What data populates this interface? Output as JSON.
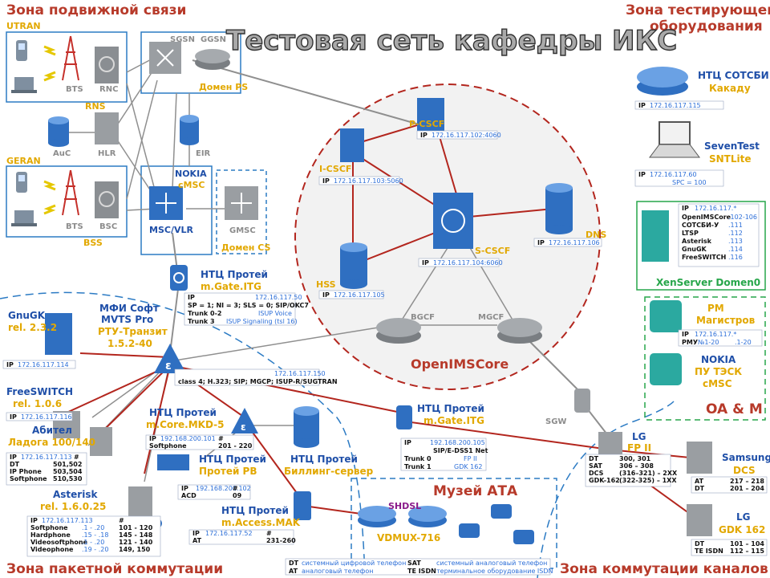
{
  "title": "Тестовая сеть кафедры ИКС",
  "zones": {
    "mobile": "Зона подвижной связи",
    "testing_line1": "Зона тестирующего",
    "testing_line2": "оборудования",
    "packet": "Зона пакетной коммутации",
    "circuit": "Зона коммутации каналов",
    "museum": "Музей АТА",
    "oam": "OA & M",
    "openims": "OpenIMSCore",
    "xen": "XenServer Domen0"
  },
  "mobile": {
    "utran": "UTRAN",
    "geran": "GERAN",
    "bts1": "BTS",
    "rnc": "RNC",
    "rns": "RNS",
    "bts2": "BTS",
    "bsc": "BSC",
    "bss": "BSS",
    "sgsn": "SGSN",
    "ggsn": "GGSN",
    "domain_ps": "Домен PS",
    "auc": "AuC",
    "hlr": "HLR",
    "eir": "EIR",
    "nokia": "NOKIA",
    "cmsc": "cMSC",
    "msc_vlr": "MSC/VLR",
    "gmsc": "GMSC",
    "domain_cs": "Домен CS"
  },
  "ims": {
    "pcscf": "P-CSCF",
    "pcscf_ip": "172.16.117.102:4060",
    "icscf": "I-CSCF",
    "icscf_ip": "172.16.117.103:5060",
    "scscf": "S-CSCF",
    "scscf_ip": "172.16.117.104:6060",
    "hss": "HSS",
    "hss_ip": "172.16.117.105",
    "dns": "DNS",
    "dns_ip": "172.16.117.106",
    "bgcf": "BGCF",
    "mgcf": "MGCF"
  },
  "gateway_itg": {
    "name1": "НТЦ Протей",
    "name2": "m.Gate.ITG",
    "ip": "172.16.117.50",
    "sp": "SP = 1; NI = 3; SLS = 0; SIP/OKC7",
    "trunk0": "Trunk 0-2",
    "trunk0_v": "ISUP Voice",
    "trunk3": "Trunk 3",
    "trunk3_v": "ISUP Signaling (tsl 16)"
  },
  "mvts": {
    "l1": "МФИ Софт",
    "l2": "MVTS Pro",
    "l3": "РТУ-Транзит",
    "l4": "1.5.2-40",
    "ip": "172.16.117.150",
    "protocols": "class 4; H.323; SIP; MGCP; ISUP-R/SUGTRAN"
  },
  "gnugk": {
    "name": "GnuGK",
    "ver": "rel. 2.3.2",
    "ip": "172.16.117.114"
  },
  "freeswitch": {
    "name": "FreeSWITCH",
    "ver": "rel. 1.0.6",
    "ip": "172.16.117.116"
  },
  "abitel": {
    "name": "Абител",
    "ver": "Ладога 100/140",
    "ip": "172.16.117.113",
    "rows": [
      [
        "DT",
        "501,502"
      ],
      [
        "IP Phone",
        "503,504"
      ],
      [
        "Softphone",
        "510,530"
      ]
    ]
  },
  "asterisk": {
    "name": "Asterisk",
    "ver": "rel. 1.6.0.25",
    "ip": "172.16.117.113",
    "rows": [
      [
        "Softphone",
        ".1 - .20",
        "101 - 120"
      ],
      [
        "Hardphone",
        ".15 - .18",
        "145 - 148"
      ],
      [
        "Videosoftphone",
        ".1 - .20",
        "121 - 140"
      ],
      [
        "Videophone",
        ".19 - .20",
        "149, 150"
      ]
    ]
  },
  "mkd": {
    "name1": "НТЦ Протей",
    "name2": "m.Core.MKD-5",
    "ip": "192.168.200.101",
    "role": "Softphone",
    "range": "201 - 220"
  },
  "pb": {
    "name1": "НТЦ Протей",
    "name2": "Протей РВ",
    "ip": "192.168.200.102",
    "role": "ACD",
    "num": "09"
  },
  "billing": {
    "name1": "НТЦ Протей",
    "name2": "Биллинг-сервер"
  },
  "access": {
    "name1": "НТЦ Протей",
    "name2": "m.Access.MAK",
    "ip": "172.16.117.52",
    "role": "AT",
    "range": "231-260"
  },
  "gate2": {
    "name1": "НТЦ Протей",
    "name2": "m.Gate.ITG",
    "ip": "192.168.200.105",
    "proto": "SIP/E-DSS1 Net",
    "trunk0": "Trunk 0",
    "trunk0_v": "FP II",
    "trunk1": "Trunk 1",
    "trunk1_v": "GDK 162"
  },
  "museum": {
    "shdsl": "SHDSL",
    "vdmux": "VDMUX-716"
  },
  "legend": [
    [
      "DT",
      "системный цифровой телефон",
      "SAT",
      "системный аналоговый телефон"
    ],
    [
      "AT",
      "аналоговый телефон",
      "TE ISDN",
      "терминальное оборудование ISDN"
    ]
  ],
  "sgw": "SGW",
  "lg_fp": {
    "name1": "LG",
    "name2": "FP II",
    "rows": [
      [
        "DT",
        "300, 301"
      ],
      [
        "SAT",
        "306 – 308"
      ],
      [
        "DCS",
        "(316–321) – 2XX"
      ],
      [
        "GDK-162",
        "(322-325) – 1XX"
      ]
    ]
  },
  "samsung": {
    "name1": "Samsung",
    "name2": "DCS",
    "rows": [
      [
        "AT",
        "217 – 218"
      ],
      [
        "DT",
        "201 – 204"
      ]
    ]
  },
  "lg_gdk": {
    "name1": "LG",
    "name2": "GDK 162",
    "rows": [
      [
        "DT",
        "101 – 104"
      ],
      [
        "TE ISDN",
        "112 – 115"
      ]
    ]
  },
  "test": {
    "sotsbi_1": "НТЦ СОТСБИ",
    "sotsbi_2": "Какаду",
    "sotsbi_ip": "172.16.117.115",
    "seven_1": "SevenTest",
    "seven_2": "SNTLite",
    "seven_ip": "172.16.117.60",
    "seven_spc": "SPC = 100"
  },
  "xen": {
    "ip": "172.16.117.*",
    "rows": [
      [
        "OpenIMSCore",
        ".102-106"
      ],
      [
        "СОТСБИ-У",
        ".111"
      ],
      [
        "LTSP",
        ".112"
      ],
      [
        "Asterisk",
        ".113"
      ],
      [
        "GnuGK",
        ".114"
      ],
      [
        "FreeSWITCH",
        ".116"
      ]
    ]
  },
  "rm": {
    "name1": "РМ",
    "name2": "Магистров",
    "ip": "172.16.117.*",
    "pmu": "РМУ",
    "pmu_v1": "№1-20",
    "pmu_v2": ".1-20"
  },
  "nokia_pu": {
    "name1": "NOKIA",
    "name2": "ПУ ТЭСК",
    "name3": "cMSC"
  },
  "labels": {
    "ip": "IP",
    "hash": "#"
  }
}
